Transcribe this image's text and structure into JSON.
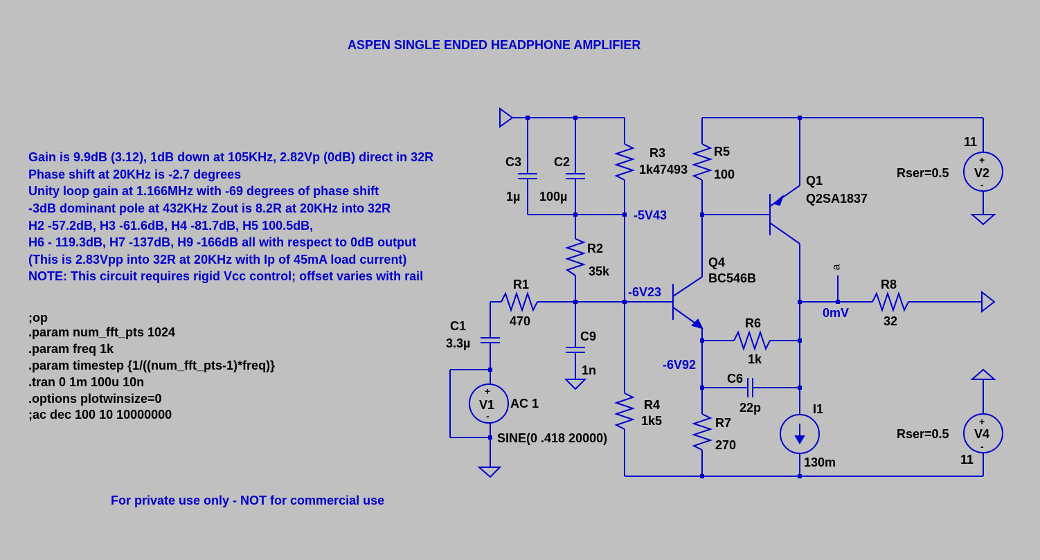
{
  "title": "ASPEN SINGLE ENDED HEADPHONE AMPLIFIER",
  "footer": "For private use only - NOT for commercial use",
  "notes": [
    "Gain is 9.9dB (3.12), 1dB down at 105KHz, 2.82Vp (0dB) direct in 32R",
    "Phase shift at 20KHz is -2.7 degrees",
    "Unity loop gain at 1.166MHz with -69 degrees of phase shift",
    "-3dB dominant pole at 432KHz   Zout is 8.2R at 20KHz into 32R",
    "H2 -57.2dB, H3 -61.6dB, H4 -81.7dB, H5 100.5dB,",
    "H6 - 119.3dB, H7 -137dB, H9 -166dB all with respect to 0dB output",
    "(This is 2.83Vpp into 32R at 20KHz with Ip of 45mA load current)",
    "NOTE:  This circuit requires rigid Vcc control;  offset varies with rail"
  ],
  "spice": [
    ";op",
    ".param num_fft_pts 1024",
    ".param freq 1k",
    ".param timestep {1/((num_fft_pts-1)*freq)}",
    ".tran 0 1m 100u 10n",
    ".options plotwinsize=0",
    ";ac dec 100 10 10000000"
  ],
  "components": {
    "c1": {
      "name": "C1",
      "value": "3.3µ"
    },
    "c2": {
      "name": "C2",
      "value": "100µ"
    },
    "c3": {
      "name": "C3",
      "value": "1µ"
    },
    "c6": {
      "name": "C6",
      "value": "22p"
    },
    "c9": {
      "name": "C9",
      "value": "1n"
    },
    "r1": {
      "name": "R1",
      "value": "470"
    },
    "r2": {
      "name": "R2",
      "value": "35k"
    },
    "r3": {
      "name": "R3",
      "value": "1k47493"
    },
    "r4": {
      "name": "R4",
      "value": "1k5"
    },
    "r5": {
      "name": "R5",
      "value": "100"
    },
    "r6": {
      "name": "R6",
      "value": "1k"
    },
    "r7": {
      "name": "R7",
      "value": "270"
    },
    "r8": {
      "name": "R8",
      "value": "32"
    },
    "q1": {
      "name": "Q1",
      "value": "Q2SA1837"
    },
    "q4": {
      "name": "Q4",
      "value": "BC546B"
    },
    "i1": {
      "name": "I1",
      "value": "130m"
    },
    "v1": {
      "name": "V1",
      "value": "AC 1",
      "spec": "SINE(0 .418 20000)"
    },
    "v2": {
      "name": "V2",
      "value": "11",
      "rser": "Rser=0.5"
    },
    "v4": {
      "name": "V4",
      "value": "11",
      "rser": "Rser=0.5"
    }
  },
  "net_labels": {
    "n1": "-5V43",
    "n2": "-6V23",
    "n3": "-6V92",
    "n4": "0mV",
    "out": "a"
  },
  "colors": {
    "background": "#c0c0c0",
    "wire": "#0000cc",
    "note_text": "#0000cc",
    "label_text": "#000000"
  }
}
